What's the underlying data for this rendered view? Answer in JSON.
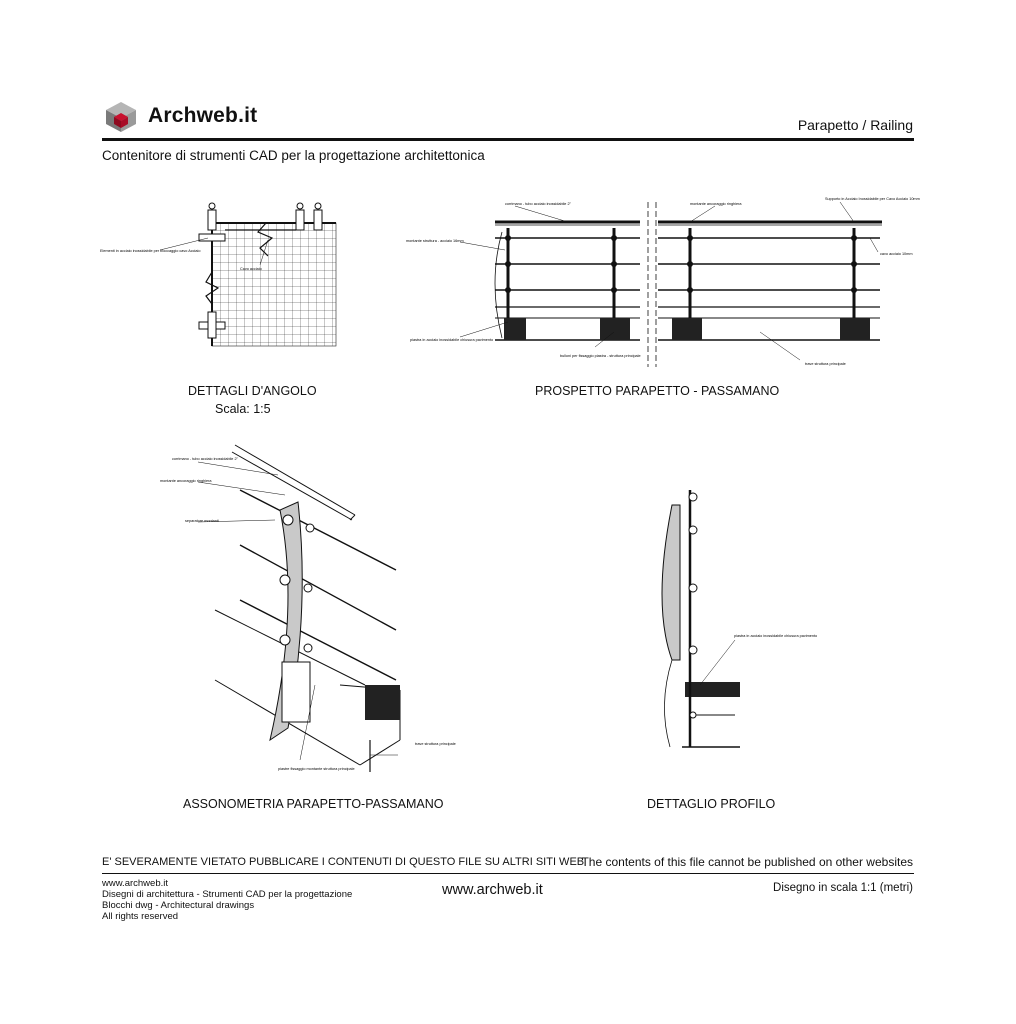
{
  "header": {
    "brand": "Archweb.it",
    "page_title": "Parapetto  /  Railing",
    "subtitle": "Contenitore di strumenti CAD per la progettazione architettonica"
  },
  "views": {
    "corner": {
      "title": "DETTAGLI D'ANGOLO",
      "scale": "Scala: 1:5"
    },
    "elevation": {
      "title": "PROSPETTO PARAPETTO - PASSAMANO"
    },
    "axonometric": {
      "title": "ASSONOMETRIA PARAPETTO-PASSAMANO"
    },
    "profile": {
      "title": "DETTAGLIO PROFILO"
    }
  },
  "annotations": {
    "corner_element": "Elementi in acciaio inossidabile per bloccaggio cavo Acciaio",
    "corner_cavo": "Cavo acciaio",
    "elev_corrimano": "corrimano - tubo acciaio inossidabile 2\"",
    "elev_montante": "montante ancoraggio ringhiera",
    "elev_supporto": "Supporto in Acciaio Inossidabile per Cavo Acciaio 10mm",
    "elev_montante_struttura": "montante struttura - acciaio 16mm",
    "elev_cavo": "cavo acciaio 10mm",
    "elev_piastra": "piastra in acciaio inossidabile chiusura pavimento",
    "elev_bulloni": "bulloni per fissaggio piastra - struttura principale",
    "elev_trave": "trave struttura principale",
    "axo_corrimano": "corrimano - tubo acciaio inossidabile 2\"",
    "axo_montante": "montante ancoraggio ringhiera",
    "axo_separatore": "separatore montanti",
    "axo_trave": "trave struttura principale",
    "axo_piastre": "piastre fissaggio montante struttura principale",
    "prof_piastra": "piastra in acciaio inossidabile chiusura pavimento"
  },
  "footer": {
    "warning_it": "E' SEVERAMENTE VIETATO PUBBLICARE I CONTENUTI DI QUESTO FILE SU ALTRI SITI WEB",
    "warning_en": "The contents of this file cannot be published on other websites",
    "lines": [
      "www.archweb.it",
      "Disegni di architettura - Strumenti CAD  per la progettazione",
      "Blocchi dwg - Architectural drawings",
      "All rights reserved"
    ],
    "url": "www.archweb.it",
    "scale_note": "Disegno in scala 1:1 (metri)"
  },
  "colors": {
    "logo_red": "#c8102e",
    "logo_grey": "#8a8a8a",
    "glass_fill": "#c9c9c9",
    "ink": "#111111"
  }
}
